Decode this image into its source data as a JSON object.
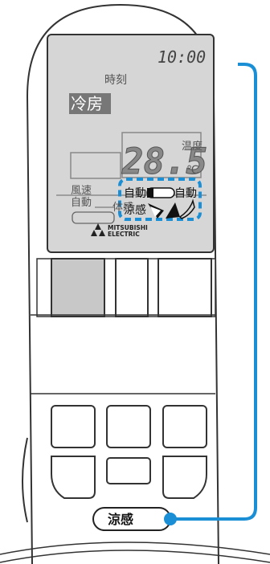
{
  "display": {
    "clock": "10:00",
    "clock_label": "時刻",
    "mode": "冷房",
    "temperature": "28.5",
    "temperature_unit": "℃",
    "temperature_label": "温度",
    "fan_label_1": "風速",
    "fan_label_2": "自動",
    "vane_left_label": "自動",
    "vane_right_label": "自動",
    "cool_feel_label": "涼感",
    "bottom_label": "体感"
  },
  "brand": {
    "line1": "MITSUBISHI",
    "line2": "ELECTRIC"
  },
  "buttons": {
    "cool_feel": "涼感"
  },
  "colors": {
    "callout": "#1a8fd6",
    "lcd": "#d6d6d6",
    "remote_body": "#ffffff",
    "outline": "#333333"
  }
}
